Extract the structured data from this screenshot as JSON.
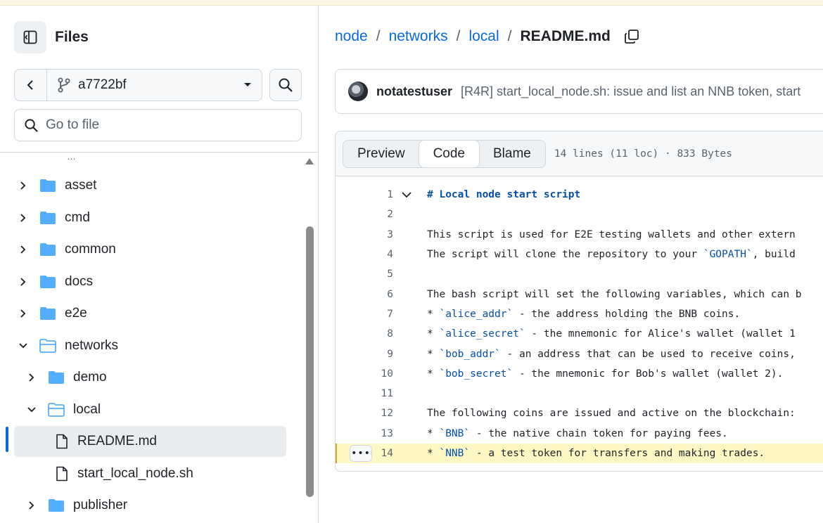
{
  "sidebar": {
    "title": "Files",
    "branch": "a7722bf",
    "goto_placeholder": "Go to file",
    "cut_label": "…",
    "tree": [
      {
        "label": "asset",
        "type": "folder",
        "depth": 0,
        "expanded": false
      },
      {
        "label": "cmd",
        "type": "folder",
        "depth": 0,
        "expanded": false
      },
      {
        "label": "common",
        "type": "folder",
        "depth": 0,
        "expanded": false
      },
      {
        "label": "docs",
        "type": "folder",
        "depth": 0,
        "expanded": false
      },
      {
        "label": "e2e",
        "type": "folder",
        "depth": 0,
        "expanded": false
      },
      {
        "label": "networks",
        "type": "folder",
        "depth": 0,
        "expanded": true
      },
      {
        "label": "demo",
        "type": "folder",
        "depth": 1,
        "expanded": false
      },
      {
        "label": "local",
        "type": "folder",
        "depth": 1,
        "expanded": true
      },
      {
        "label": "README.md",
        "type": "file",
        "depth": 2,
        "selected": true
      },
      {
        "label": "start_local_node.sh",
        "type": "file",
        "depth": 2
      },
      {
        "label": "publisher",
        "type": "folder",
        "depth": 1,
        "expanded": false
      }
    ]
  },
  "breadcrumb": {
    "parts": [
      "node",
      "networks",
      "local"
    ],
    "separator": "/",
    "current": "README.md"
  },
  "commit": {
    "user": "notatestuser",
    "message": "[R4R] start_local_node.sh: issue and list an NNB token, start"
  },
  "file": {
    "tabs": {
      "preview": "Preview",
      "code": "Code",
      "blame": "Blame"
    },
    "meta": "14 lines (11 loc) · 833 Bytes",
    "lines": [
      {
        "n": "1",
        "text": "# Local node start script",
        "kind": "heading"
      },
      {
        "n": "2",
        "text": ""
      },
      {
        "n": "3",
        "text": "This script is used for E2E testing wallets and other extern"
      },
      {
        "n": "4",
        "text": "The script will clone the repository to your `GOPATH`, build"
      },
      {
        "n": "5",
        "text": ""
      },
      {
        "n": "6",
        "text": "The bash script will set the following variables, which can b"
      },
      {
        "n": "7",
        "text": "* `alice_addr` - the address holding the BNB coins."
      },
      {
        "n": "8",
        "text": "* `alice_secret` - the mnemonic for Alice's wallet (wallet 1"
      },
      {
        "n": "9",
        "text": "* `bob_addr` - an address that can be used to receive coins,"
      },
      {
        "n": "10",
        "text": "* `bob_secret` - the mnemonic for Bob's wallet (wallet 2)."
      },
      {
        "n": "11",
        "text": ""
      },
      {
        "n": "12",
        "text": "The following coins are issued and active on the blockchain:"
      },
      {
        "n": "13",
        "text": "* `BNB` - the native chain token for paying fees."
      },
      {
        "n": "14",
        "text": "* `NNB` - a test token for transfers and making trades.",
        "highlight": true
      }
    ],
    "line_actions_label": "•••"
  },
  "colors": {
    "link": "#0969da",
    "folder": "#54aeff",
    "highlight": "#fff8c5"
  }
}
